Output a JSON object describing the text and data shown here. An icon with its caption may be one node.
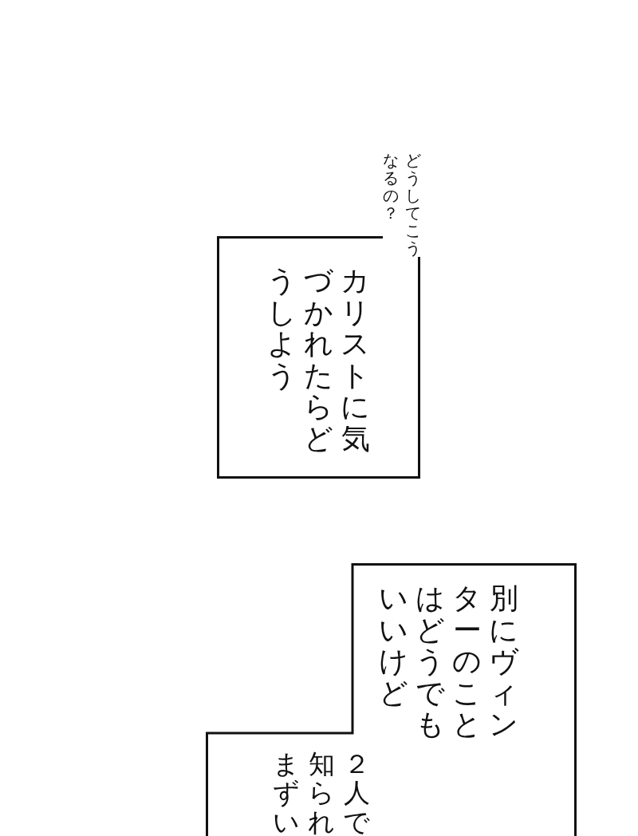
{
  "diagram": {
    "nodes": [
      {
        "text": [
          "カリストに気づかれたらどうしよう"
        ]
      },
      {
        "text": [
          "別にヴィンターのことはどうでもいいけど",
          "２人で知られまずい"
        ]
      }
    ],
    "labels": [
      "どうしてこうなるの？"
    ]
  }
}
